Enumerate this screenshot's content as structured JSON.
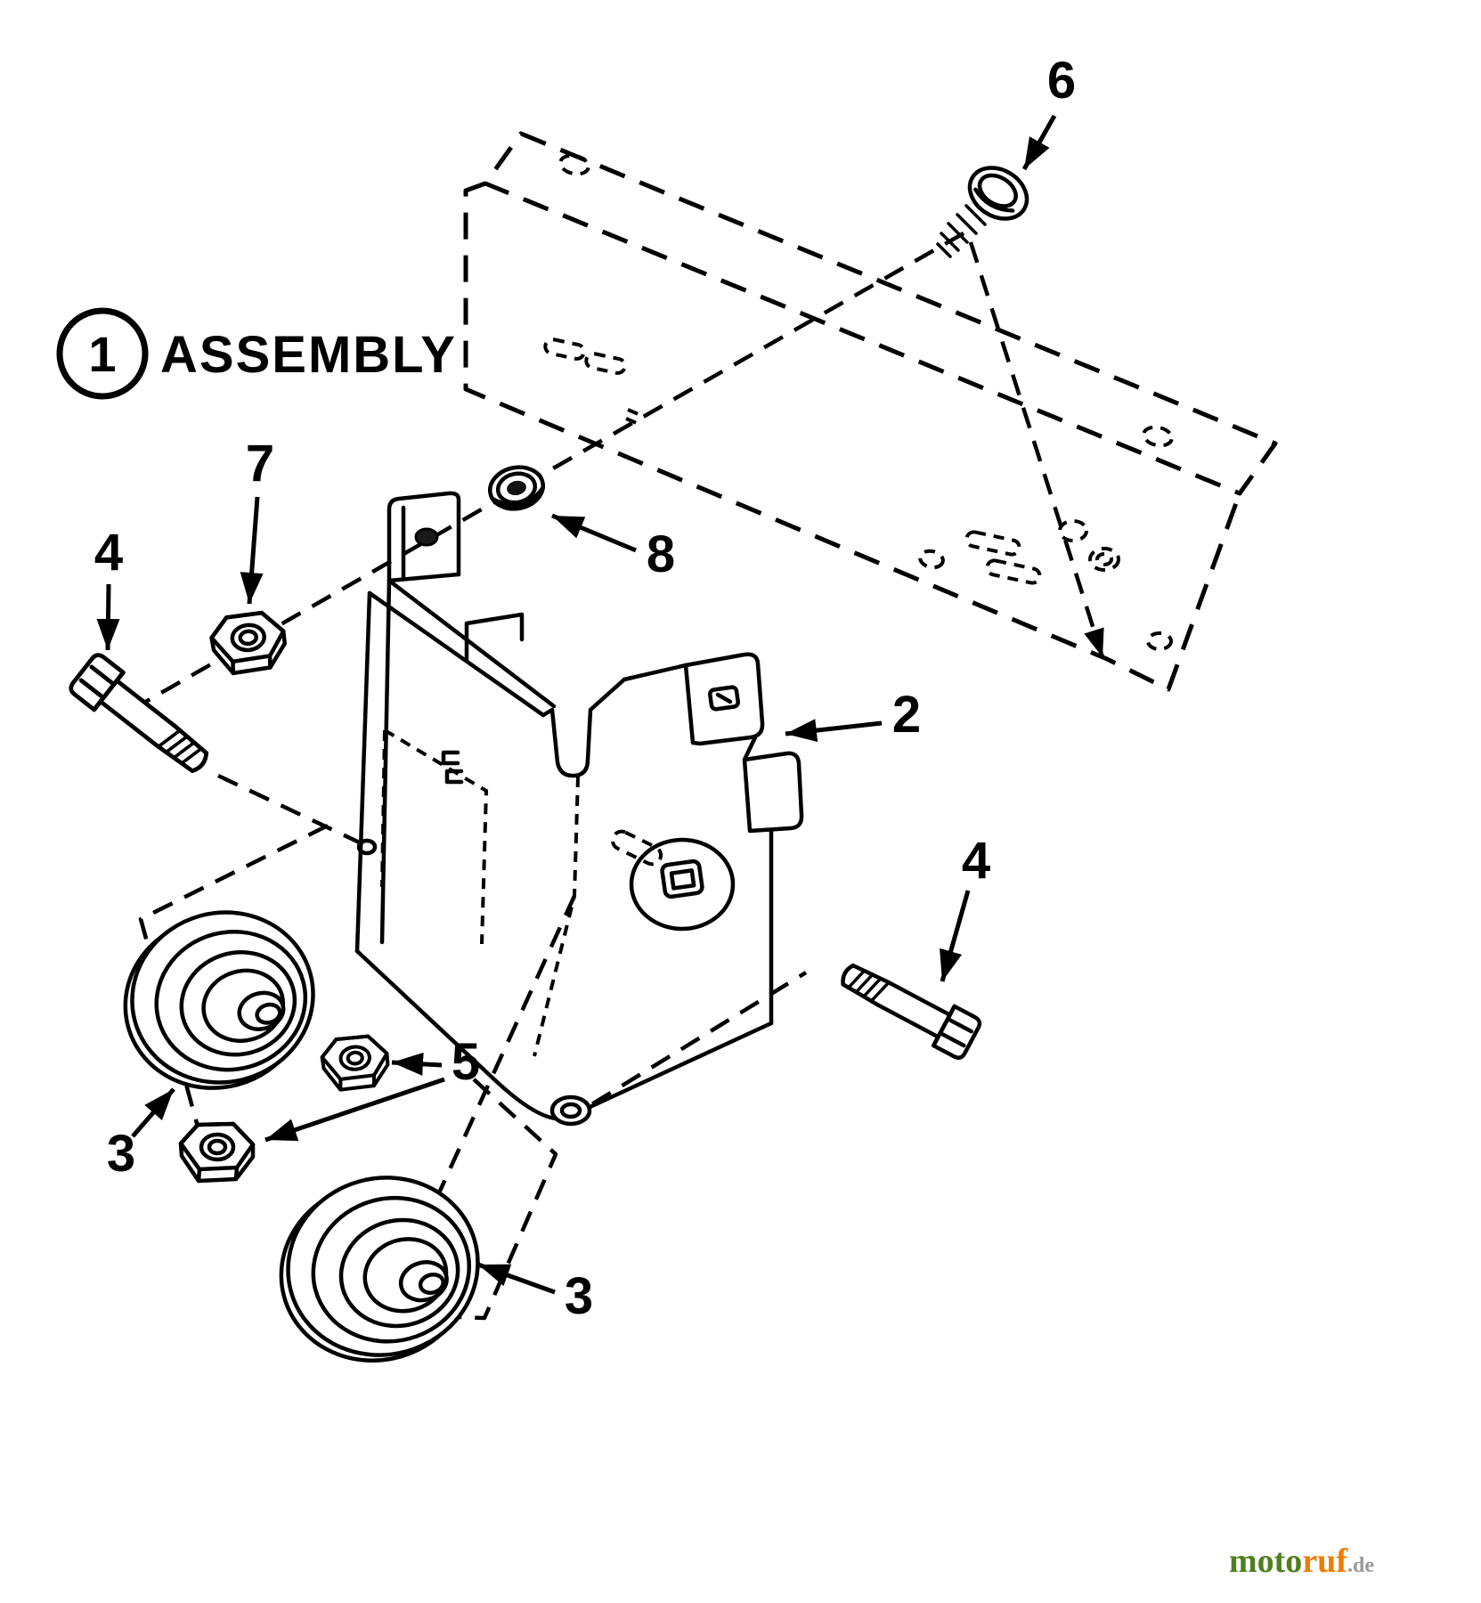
{
  "assembly_title": {
    "number": "1",
    "label": "ASSEMBLY"
  },
  "callouts": {
    "screw": "6",
    "bracket": "2",
    "washer": "8",
    "nut_top": "7",
    "bolt_left": "4",
    "bolt_right": "4",
    "nuts_pair": "5",
    "pulley_upper": "3",
    "pulley_lower": "3"
  },
  "watermark": {
    "part1": "moto",
    "part2": "ruf",
    "suffix": ".de",
    "color_part1": "#4f7f1e",
    "color_part2": "#f07c00",
    "color_suffix": "#999999"
  }
}
